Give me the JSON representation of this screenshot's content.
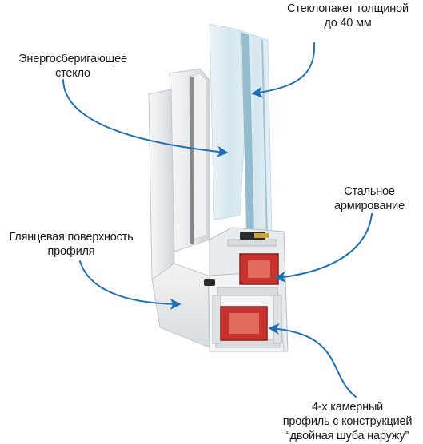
{
  "callouts": {
    "glass_unit": {
      "lines": [
        "Стеклопакет толщиной",
        "до 40 мм"
      ]
    },
    "energy_glass": {
      "lines": [
        "Энергосберигающее",
        "стекло"
      ]
    },
    "steel": {
      "lines": [
        "Стальное",
        "армирование"
      ]
    },
    "glossy": {
      "lines": [
        "Глянцевая поверхность",
        "профиля"
      ]
    },
    "chamber": {
      "lines": [
        "4-х камерный",
        "профиль с конструкцией",
        "“двойная шуба наружу”"
      ]
    }
  },
  "colors": {
    "arrow": "#1f6fb5",
    "reinforcement": "#c8322e",
    "glass": "#d7e7ef",
    "seal": "#2b2b2b",
    "pvc": "#eef0f2"
  }
}
